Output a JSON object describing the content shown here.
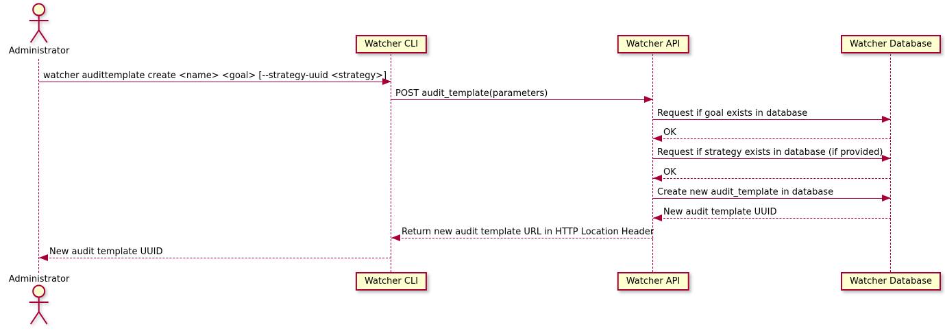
{
  "diagram": {
    "type": "sequence",
    "colors": {
      "line": "#A80036",
      "participant_fill": "#FEFECE",
      "text": "#000000",
      "background": "#FFFFFF"
    },
    "participants": [
      {
        "id": "administrator",
        "label": "Administrator",
        "kind": "actor"
      },
      {
        "id": "watcher_cli",
        "label": "Watcher CLI",
        "kind": "participant"
      },
      {
        "id": "watcher_api",
        "label": "Watcher API",
        "kind": "participant"
      },
      {
        "id": "watcher_db",
        "label": "Watcher Database",
        "kind": "participant"
      }
    ],
    "messages": [
      {
        "from": "administrator",
        "to": "watcher_cli",
        "style": "solid",
        "label": "watcher audittemplate create <name> <goal> [--strategy-uuid <strategy>]"
      },
      {
        "from": "watcher_cli",
        "to": "watcher_api",
        "style": "solid",
        "label": "POST audit_template(parameters)"
      },
      {
        "from": "watcher_api",
        "to": "watcher_db",
        "style": "solid",
        "label": "Request if goal exists in database"
      },
      {
        "from": "watcher_db",
        "to": "watcher_api",
        "style": "dashed",
        "label": "OK"
      },
      {
        "from": "watcher_api",
        "to": "watcher_db",
        "style": "solid",
        "label": "Request if strategy exists in database (if provided)"
      },
      {
        "from": "watcher_db",
        "to": "watcher_api",
        "style": "dashed",
        "label": "OK"
      },
      {
        "from": "watcher_api",
        "to": "watcher_db",
        "style": "solid",
        "label": "Create new audit_template in database"
      },
      {
        "from": "watcher_db",
        "to": "watcher_api",
        "style": "dashed",
        "label": "New audit template UUID"
      },
      {
        "from": "watcher_api",
        "to": "watcher_cli",
        "style": "dashed",
        "label": "Return new audit template URL in HTTP Location Header"
      },
      {
        "from": "watcher_cli",
        "to": "administrator",
        "style": "dashed",
        "label": "New audit template UUID"
      }
    ]
  }
}
